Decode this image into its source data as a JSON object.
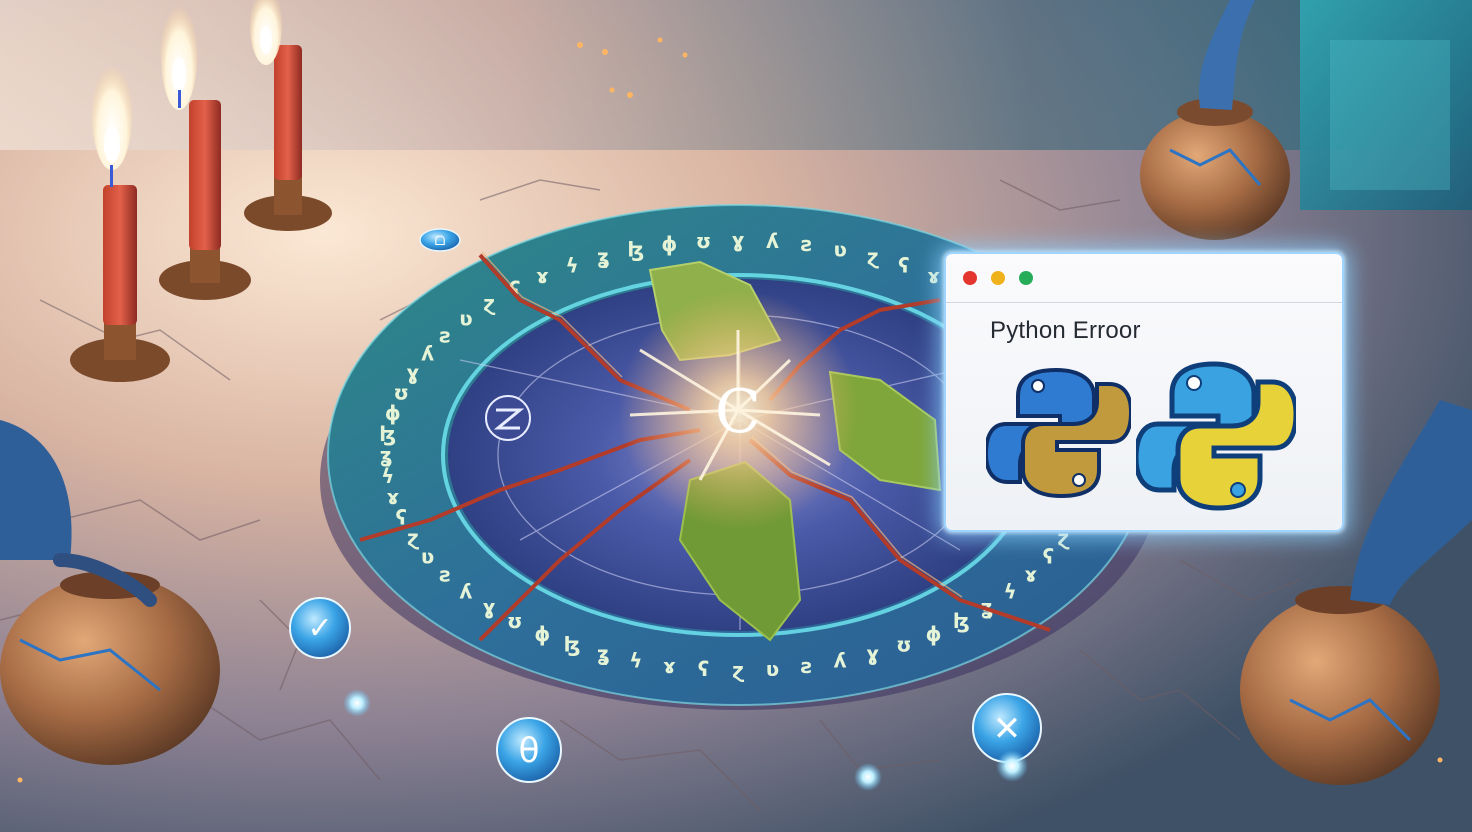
{
  "error_window": {
    "title": "Python Erroor",
    "controls": [
      "close-dot",
      "minimize-dot",
      "maximize-dot"
    ],
    "logos": [
      "python-logo",
      "python-logo"
    ]
  },
  "scene": {
    "center_glyph": "C",
    "floating_tokens": [
      {
        "name": "checkmark-token",
        "glyph": "✓"
      },
      {
        "name": "theta-token",
        "glyph": "θ"
      },
      {
        "name": "cross-token",
        "glyph": "✕"
      },
      {
        "name": "small-rune-token",
        "glyph": "ᗝ"
      }
    ],
    "colors": {
      "close": "#e3362f",
      "minimize": "#f0b21c",
      "maximize": "#27ad5a",
      "python_blue": "#2f7bd1",
      "python_yellow": "#e8d23a",
      "ring_teal": "#2a8a8f",
      "disc_blue": "#3b4f9e",
      "landmass_green": "#7fa63a"
    }
  }
}
